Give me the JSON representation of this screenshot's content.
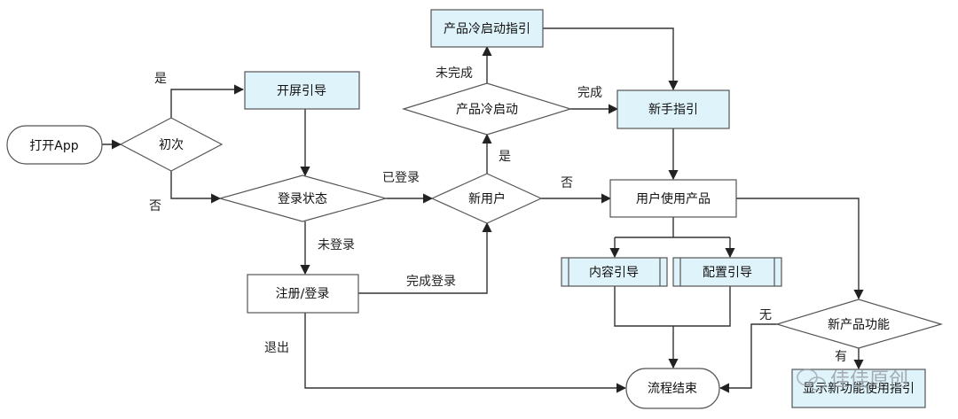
{
  "nodes": {
    "open_app": "打开App",
    "first_time": "初次",
    "splash_guide": "开屏引导",
    "login_status": "登录状态",
    "register_login": "注册/登录",
    "new_user": "新用户",
    "cold_start": "产品冷启动",
    "cold_start_guide": "产品冷启动指引",
    "novice_guide": "新手指引",
    "use_product": "用户使用产品",
    "content_guide": "内容引导",
    "config_guide": "配置引导",
    "new_feature": "新产品功能",
    "show_feature_guide": "显示新功能使用指引",
    "flow_end": "流程结束"
  },
  "edge_labels": {
    "yes_first": "是",
    "no_first": "否",
    "logged_in": "已登录",
    "not_logged_in": "未登录",
    "login_done": "完成登录",
    "exit": "退出",
    "yes_new": "是",
    "no_new": "否",
    "not_done": "未完成",
    "done": "完成",
    "none": "无",
    "has": "有"
  },
  "watermark": "佳佳原创",
  "colors": {
    "box_fill": "#dff3fb",
    "plain_fill": "#ffffff",
    "stroke": "#555555",
    "edge": "#333333"
  }
}
